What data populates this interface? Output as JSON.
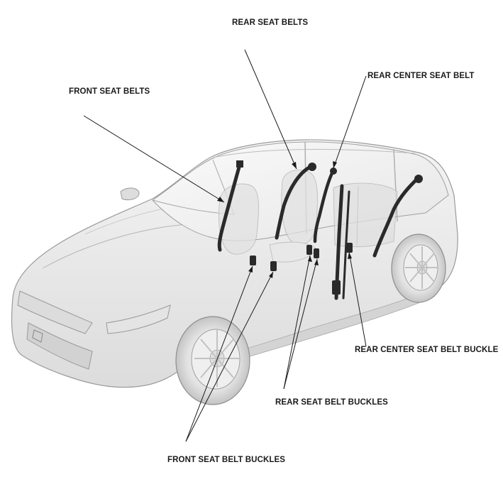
{
  "labels": {
    "rear_seat_belts": "REAR SEAT BELTS",
    "rear_center_seat_belt": "REAR CENTER SEAT BELT",
    "front_seat_belts": "FRONT SEAT BELTS",
    "rear_center_seat_belt_buckle": "REAR CENTER SEAT BELT BUCKLE",
    "rear_seat_belt_buckles": "REAR SEAT BELT BUCKLES",
    "front_seat_belt_buckles": "FRONT SEAT BELT BUCKLES"
  },
  "colors": {
    "car_fill": "#ececec",
    "car_shade": "#d6d6d6",
    "car_outline": "#9a9a9a",
    "belt": "#2a2a2a",
    "leader": "#1a1a1a",
    "text": "#1a1a1a"
  }
}
